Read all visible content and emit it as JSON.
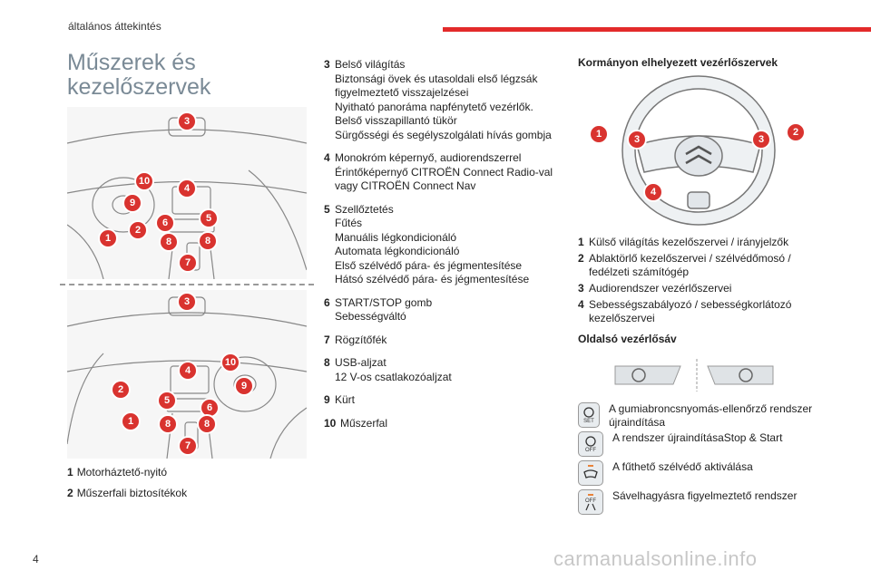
{
  "header": {
    "section": "általános áttekintés"
  },
  "title": {
    "line1": "Műszerek és",
    "line2": "kezelőszervek"
  },
  "figure_top": {
    "badges": [
      "3",
      "10",
      "9",
      "4",
      "6",
      "5",
      "2",
      "1",
      "8",
      "8",
      "7"
    ]
  },
  "figure_bottom": {
    "badges": [
      "3",
      "10",
      "4",
      "9",
      "2",
      "5",
      "6",
      "1",
      "8",
      "8",
      "7"
    ]
  },
  "left_legend": [
    {
      "n": "1",
      "text": "Motorháztető-nyitó"
    },
    {
      "n": "2",
      "text": "Műszerfali biztosítékok"
    }
  ],
  "middle_list": [
    {
      "n": "3",
      "lines": [
        "Belső világítás",
        "Biztonsági övek és utasoldali első légzsák figyelmeztető visszajelzései",
        "Nyitható panoráma napfénytető vezérlők.",
        "Belső visszapillantó tükör",
        "Sürgősségi és segélyszolgálati hívás gombja"
      ]
    },
    {
      "n": "4",
      "lines": [
        "Monokróm képernyő, audiorendszerrel",
        "Érintőképernyő CITROËN Connect Radio-val vagy CITROËN Connect Nav"
      ]
    },
    {
      "n": "5",
      "lines": [
        "Szellőztetés",
        "Fűtés",
        "Manuális légkondicionáló",
        "Automata légkondicionáló",
        "Első szélvédő pára- és jégmentesítése",
        "Hátsó szélvédő pára- és jégmentesítése"
      ]
    },
    {
      "n": "6",
      "lines": [
        "START/STOP gomb",
        "Sebességváltó"
      ]
    },
    {
      "n": "7",
      "lines": [
        "Rögzítőfék"
      ]
    },
    {
      "n": "8",
      "lines": [
        "USB-aljzat",
        "12 V-os csatlakozóaljzat"
      ]
    },
    {
      "n": "9",
      "lines": [
        "Kürt"
      ]
    },
    {
      "n": "10",
      "lines": [
        "Műszerfal"
      ]
    }
  ],
  "steering": {
    "heading": "Kormányon elhelyezett vezérlőszervek",
    "badges": [
      "1",
      "3",
      "3",
      "2",
      "4"
    ],
    "items": [
      {
        "n": "1",
        "text": "Külső világítás kezelőszervei / irányjelzők"
      },
      {
        "n": "2",
        "text": "Ablaktörlő kezelőszervei / szélvédőmosó / fedélzeti számítógép"
      },
      {
        "n": "3",
        "text": "Audiorendszer vezérlőszervei"
      },
      {
        "n": "4",
        "text": "Sebességszabályozó / sebességkorlátozó kezelőszervei"
      }
    ]
  },
  "side_panel": {
    "heading": "Oldalsó vezérlősáv",
    "controls": [
      {
        "icon": "tyre-pressure-reset-icon",
        "glyph": "SET",
        "text": "A gumiabroncsnyomás-ellenőrző rendszer újraindítása"
      },
      {
        "icon": "stop-start-off-icon",
        "glyph": "OFF",
        "text": "A rendszer újraindításaStop & Start"
      },
      {
        "icon": "heated-windscreen-icon",
        "glyph": "",
        "text": "A fűthető szélvédő aktiválása"
      },
      {
        "icon": "lane-departure-off-icon",
        "glyph": "OFF",
        "text": "Sávelhagyásra figyelmeztető rendszer"
      }
    ]
  },
  "footer": {
    "page": "4",
    "watermark": "carmanualsonline.info"
  },
  "colors": {
    "accent": "#e32a2a",
    "title": "#7a8a96",
    "badge": "#d9332f"
  }
}
